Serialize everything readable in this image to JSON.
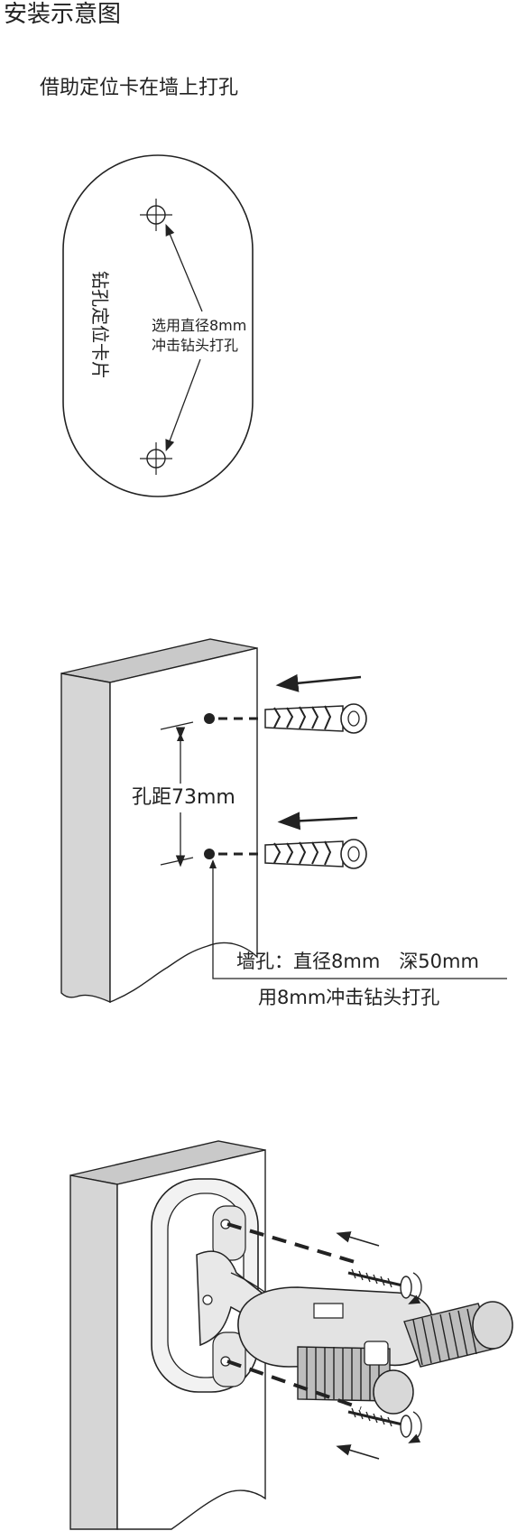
{
  "title": "安装示意图",
  "subtitle": "借助定位卡在墙上打孔",
  "card": {
    "side_label": "钻孔定位卡片",
    "note_line1": "选用直径8mm",
    "note_line2": "冲击钻头打孔"
  },
  "wall_step": {
    "spacing_label": "孔距73mm",
    "hole_line1": "墙孔：直径8mm　深50mm",
    "hole_line2": "用8mm冲击钻头打孔"
  }
}
